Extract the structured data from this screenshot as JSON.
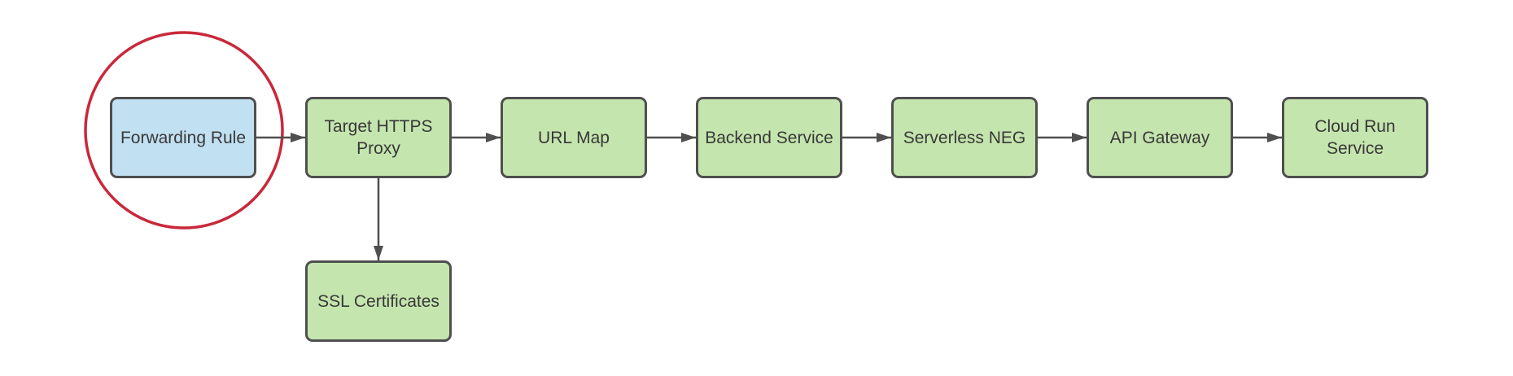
{
  "diagram": {
    "type": "flowchart",
    "nodes": [
      {
        "id": "forwarding-rule",
        "label": "Forwarding Rule",
        "fill": "#c1e0f2",
        "highlighted": true
      },
      {
        "id": "target-https-proxy",
        "label": "Target HTTPS Proxy",
        "fill": "#c5e5ae"
      },
      {
        "id": "url-map",
        "label": "URL Map",
        "fill": "#c5e5ae"
      },
      {
        "id": "backend-service",
        "label": "Backend Service",
        "fill": "#c5e5ae"
      },
      {
        "id": "serverless-neg",
        "label": "Serverless NEG",
        "fill": "#c5e5ae"
      },
      {
        "id": "api-gateway",
        "label": "API Gateway",
        "fill": "#c5e5ae"
      },
      {
        "id": "cloud-run-service",
        "label": "Cloud Run Service",
        "fill": "#c5e5ae"
      },
      {
        "id": "ssl-certificates",
        "label": "SSL Certificates",
        "fill": "#c5e5ae"
      }
    ],
    "edges": [
      {
        "from": "Forwarding Rule",
        "to": "Target HTTPS Proxy"
      },
      {
        "from": "Target HTTPS Proxy",
        "to": "URL Map"
      },
      {
        "from": "URL Map",
        "to": "Backend Service"
      },
      {
        "from": "Backend Service",
        "to": "Serverless NEG"
      },
      {
        "from": "Serverless NEG",
        "to": "API Gateway"
      },
      {
        "from": "API Gateway",
        "to": "Cloud Run Service"
      },
      {
        "from": "Target HTTPS Proxy",
        "to": "SSL Certificates"
      }
    ],
    "annotations": [
      {
        "type": "ellipse-highlight",
        "around": "Forwarding Rule",
        "color": "#c9283a"
      }
    ],
    "colors": {
      "node_blue": "#c1e0f2",
      "node_green": "#c5e5ae",
      "border": "#4f4f4f",
      "arrow": "#4f4f4f",
      "text": "#383838",
      "highlight": "#c9283a",
      "background": "#ffffff"
    }
  }
}
